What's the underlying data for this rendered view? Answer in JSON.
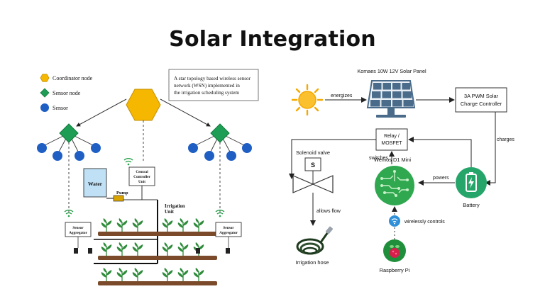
{
  "page": {
    "title": "Solar Integration"
  },
  "wsn": {
    "legend": {
      "coordinator": "Coordinator node",
      "sensor_node": "Sensor node",
      "sensor": "Sensor"
    },
    "caption": {
      "line1": "A star topology based wireless sensor",
      "line2": "network (WSN) implemented in",
      "line3": "the irrigation scheduling system"
    },
    "water_label": "Water",
    "pump_label": "Pump",
    "ccu": {
      "line1": "Central",
      "line2": "Controller",
      "line3": "Unit"
    },
    "irrigation_unit": {
      "line1": "Irrigation",
      "line2": "Unit"
    },
    "aggregator": {
      "line1": "Sensor",
      "line2": "Aggregator"
    },
    "colors": {
      "coordinator": "#f5b700",
      "sensor_node": "#1e9e55",
      "sensor": "#1f5fc4",
      "water": "#bfe0f5",
      "soil": "#7a4a2a",
      "plant": "#2e8b3a"
    }
  },
  "solar": {
    "panel_label": "Komaes 10W 12V Solar Panel",
    "energizes": "energizes",
    "charge_controller": {
      "line1": "3A PWM Solar",
      "line2": "Charge Controller"
    },
    "charges": "charges",
    "relay": {
      "line1": "Relay /",
      "line2": "MOSFET"
    },
    "switches": "switches",
    "solenoid_label": "Solenoid valve",
    "solenoid_symbol": "S",
    "mcu_label": "Wemos D1 Mini",
    "powers": "powers",
    "battery_label": "Battery",
    "allows_flow": "allows flow",
    "wireless": "wirelessly controls",
    "hose_label": "Irrigation hose",
    "pi_label": "Raspberry Pi",
    "colors": {
      "sun": "#f5a800",
      "panel": "#4a6b8a",
      "mcu": "#2fa84f",
      "battery": "#25a56a",
      "wifi": "#2f8fd8",
      "pi": "#1f8f3c"
    }
  }
}
